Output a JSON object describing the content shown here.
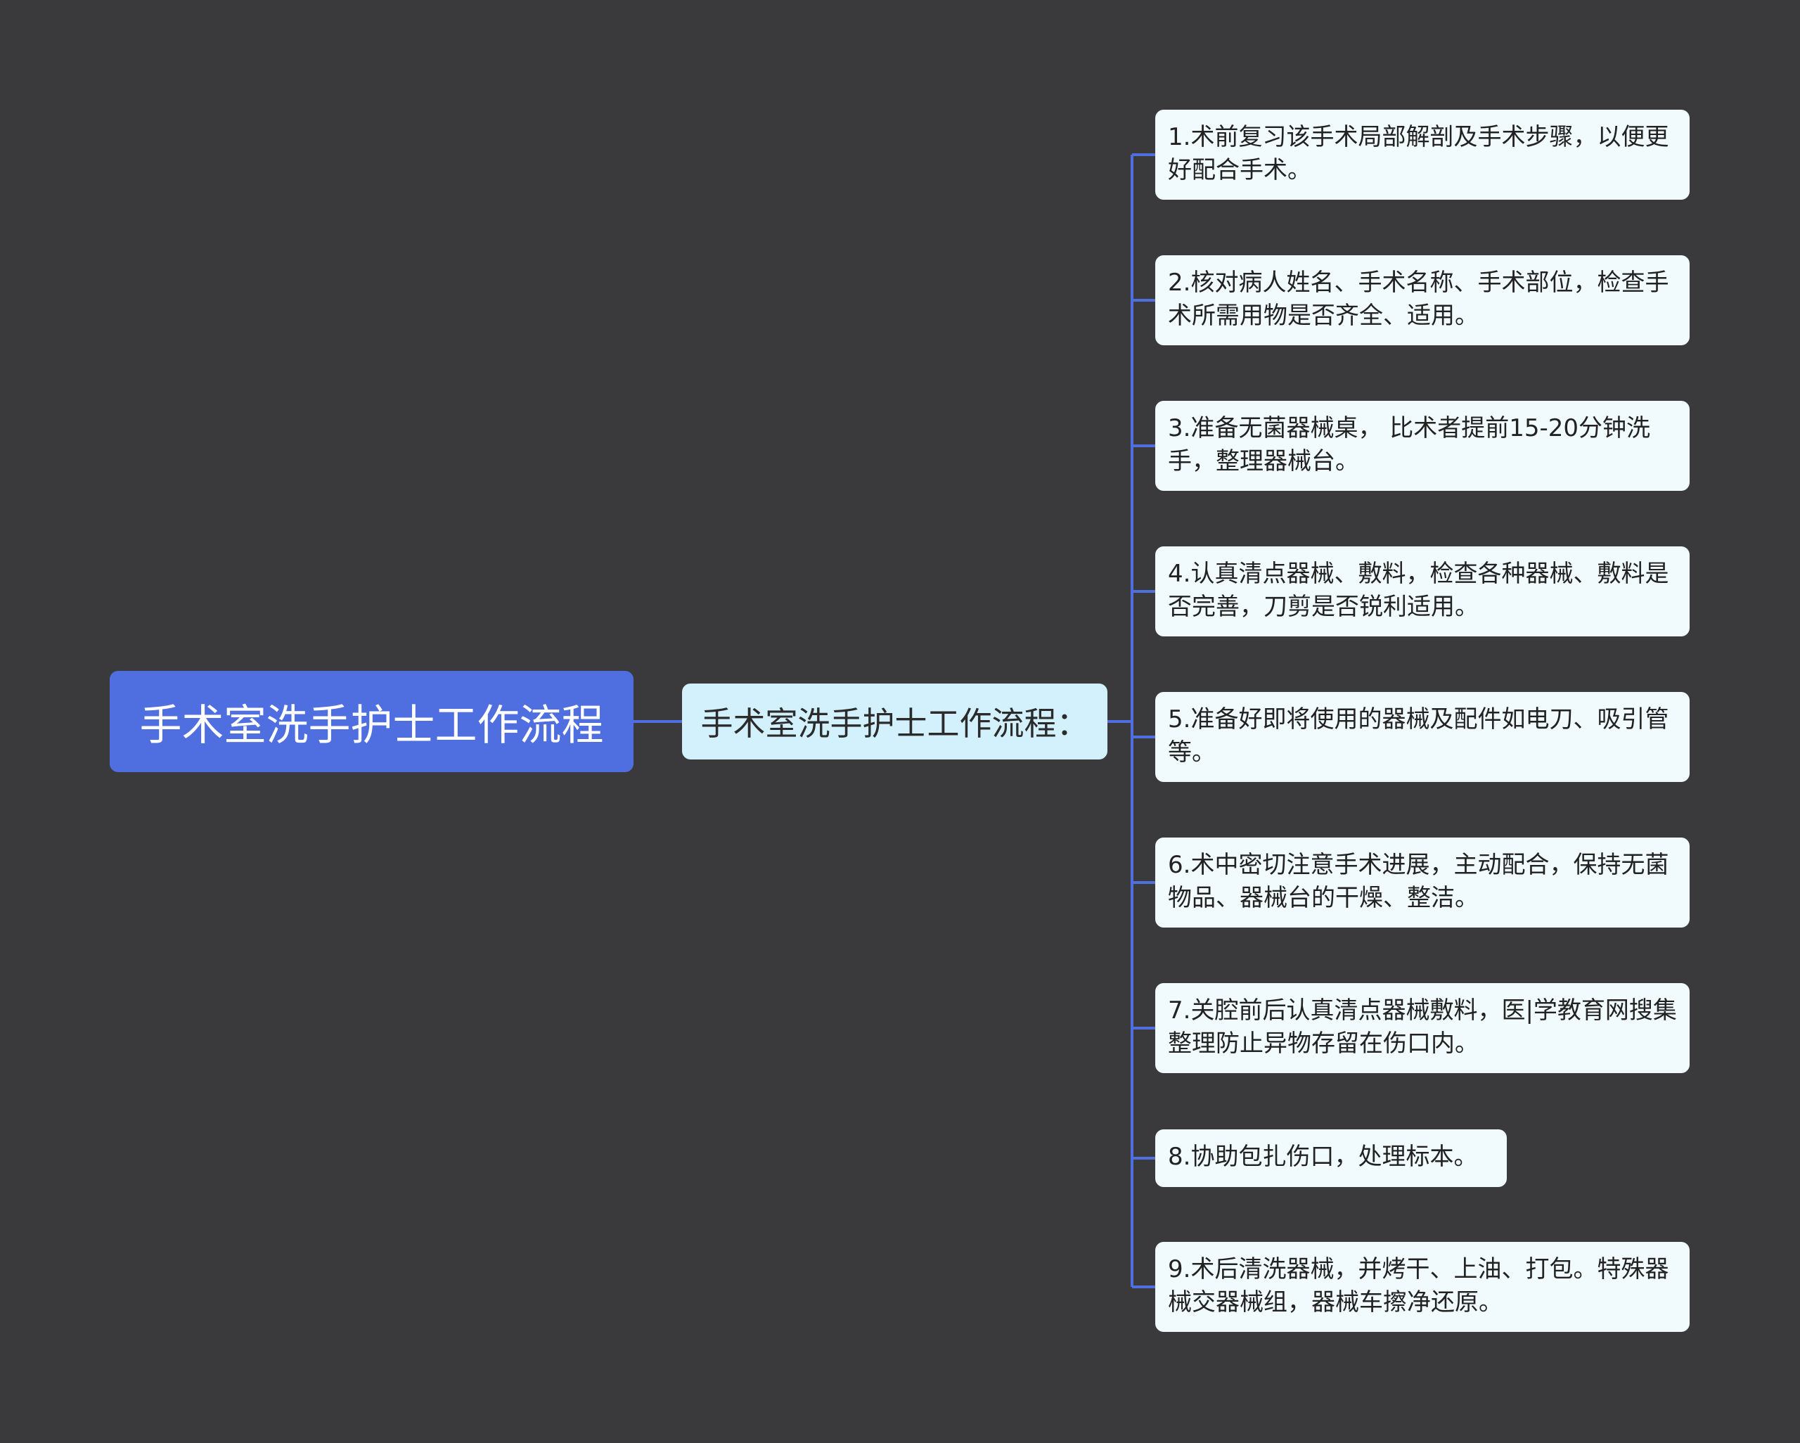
{
  "root": {
    "label": "手术室洗手护士工作流程"
  },
  "branch": {
    "label": "手术室洗手护士工作流程："
  },
  "steps": [
    {
      "text": "1.术前复习该手术局部解剖及手术步骤，以便更好配合手术。"
    },
    {
      "text": "2.核对病人姓名、手术名称、手术部位，检查手术所需用物是否齐全、适用。"
    },
    {
      "text": "3.准备无菌器械桌， 比术者提前15-20分钟洗手，整理器械台。"
    },
    {
      "text": "4.认真清点器械、敷料，检查各种器械、敷料是否完善，刀剪是否锐利适用。"
    },
    {
      "text": "5.准备好即将使用的器械及配件如电刀、吸引管等。"
    },
    {
      "text": "6.术中密切注意手术进展，主动配合，保持无菌物品、器械台的干燥、整洁。"
    },
    {
      "text": "7.关腔前后认真清点器械敷料，医|学教育网搜集整理防止异物存留在伤口内。"
    },
    {
      "text": "8.协助包扎伤口，处理标本。"
    },
    {
      "text": "9.术后清洗器械，并烤干、上油、打包。特殊器械交器械组，器械车擦净还原。"
    }
  ],
  "colors": {
    "background": "#3a393b",
    "root_fill": "#4f6fe0",
    "branch_fill": "#d2f1fd",
    "leaf_fill": "#f1fafc",
    "connector": "#4f6fe0"
  }
}
